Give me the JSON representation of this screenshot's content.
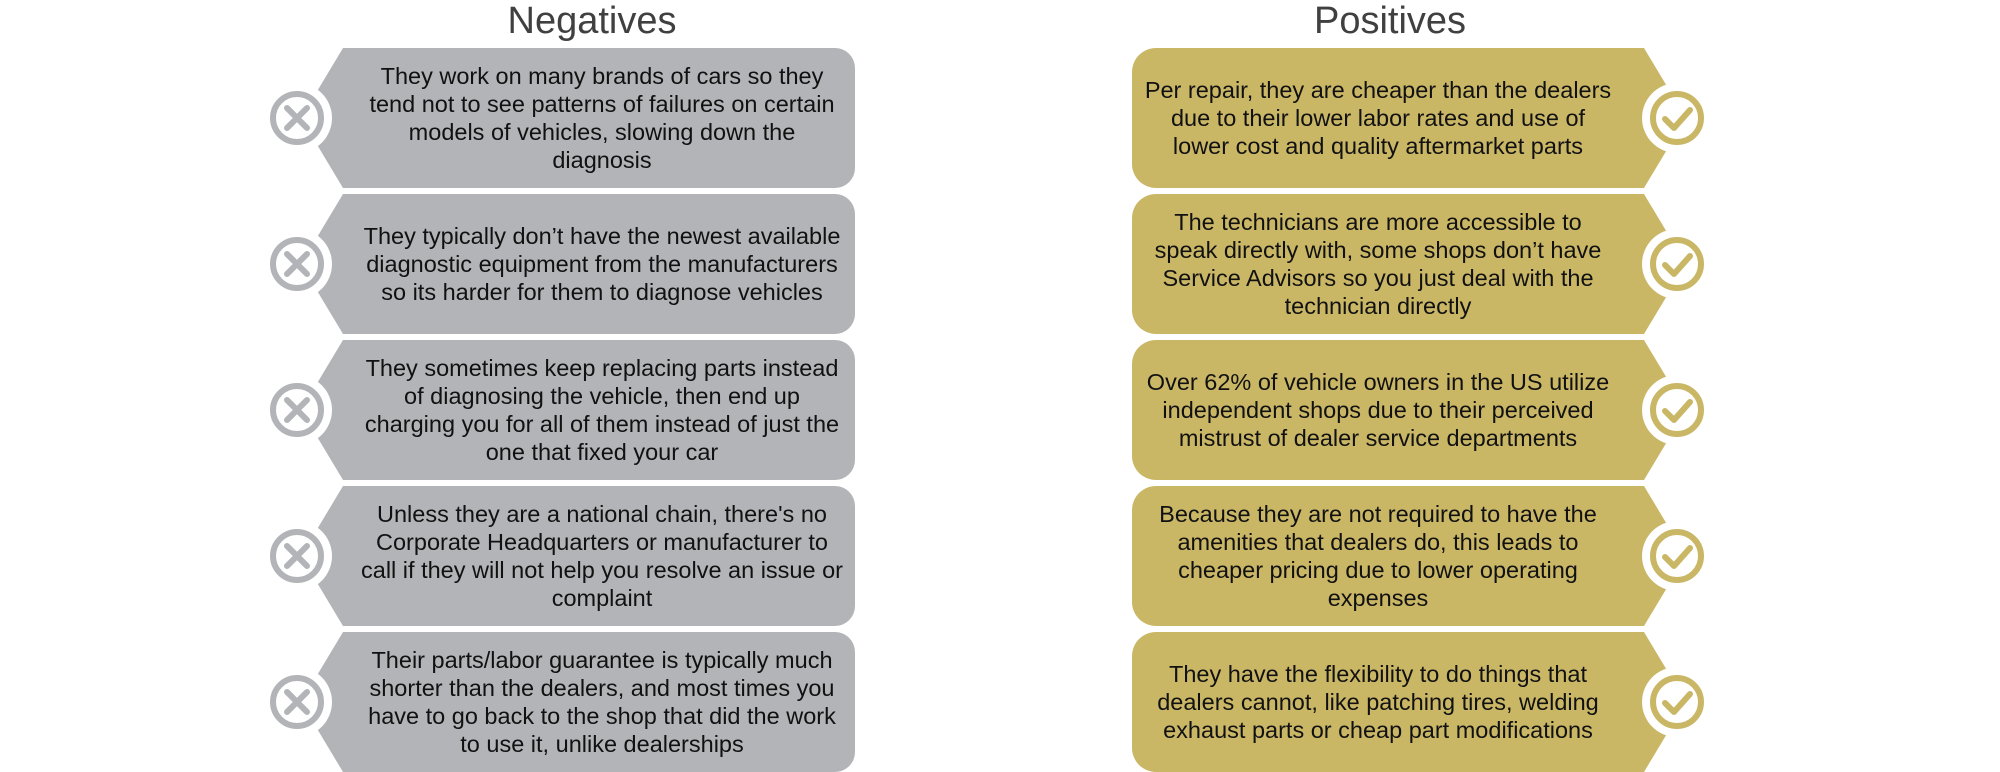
{
  "headings": {
    "negatives": "Negatives",
    "positives": "Positives"
  },
  "colors": {
    "negative_card": "#b3b4b8",
    "positive_card": "#cab766",
    "negative_icon": "#b3b4b8",
    "positive_icon": "#cab766"
  },
  "icons": {
    "negative": "x-circle-icon",
    "positive": "check-circle-icon"
  },
  "negatives": [
    {
      "text": "They work on many brands of cars so they tend not to see patterns of failures on certain models of vehicles, slowing down the diagnosis"
    },
    {
      "text": "They typically don’t have the newest available diagnostic equipment from the manufacturers so its harder for them to diagnose vehicles"
    },
    {
      "text": "They sometimes keep replacing parts instead of diagnosing the vehicle, then end up charging you for all of them instead of just the one that fixed your car"
    },
    {
      "text": "Unless they are a national chain, there's no Corporate Headquarters or manufacturer to call if they will not help you resolve an issue or complaint"
    },
    {
      "text": "Their parts/labor guarantee is typically much shorter than the dealers, and most times you have to go back to the shop that did the work to use it, unlike dealerships"
    }
  ],
  "positives": [
    {
      "text": "Per repair, they are cheaper than the dealers due to their lower labor rates and use of lower cost and quality aftermarket parts"
    },
    {
      "text": "The technicians are more accessible to speak directly with, some shops don’t have Service Advisors so you just deal with the technician directly"
    },
    {
      "text": "Over 62% of vehicle owners in the US utilize independent shops due to their perceived mistrust of dealer service departments"
    },
    {
      "text": "Because they are not required to have the amenities that dealers do, this leads to cheaper pricing due to lower operating expenses"
    },
    {
      "text": "They have the flexibility to do things that dealers cannot, like patching tires, welding exhaust parts or cheap part modifications"
    }
  ]
}
